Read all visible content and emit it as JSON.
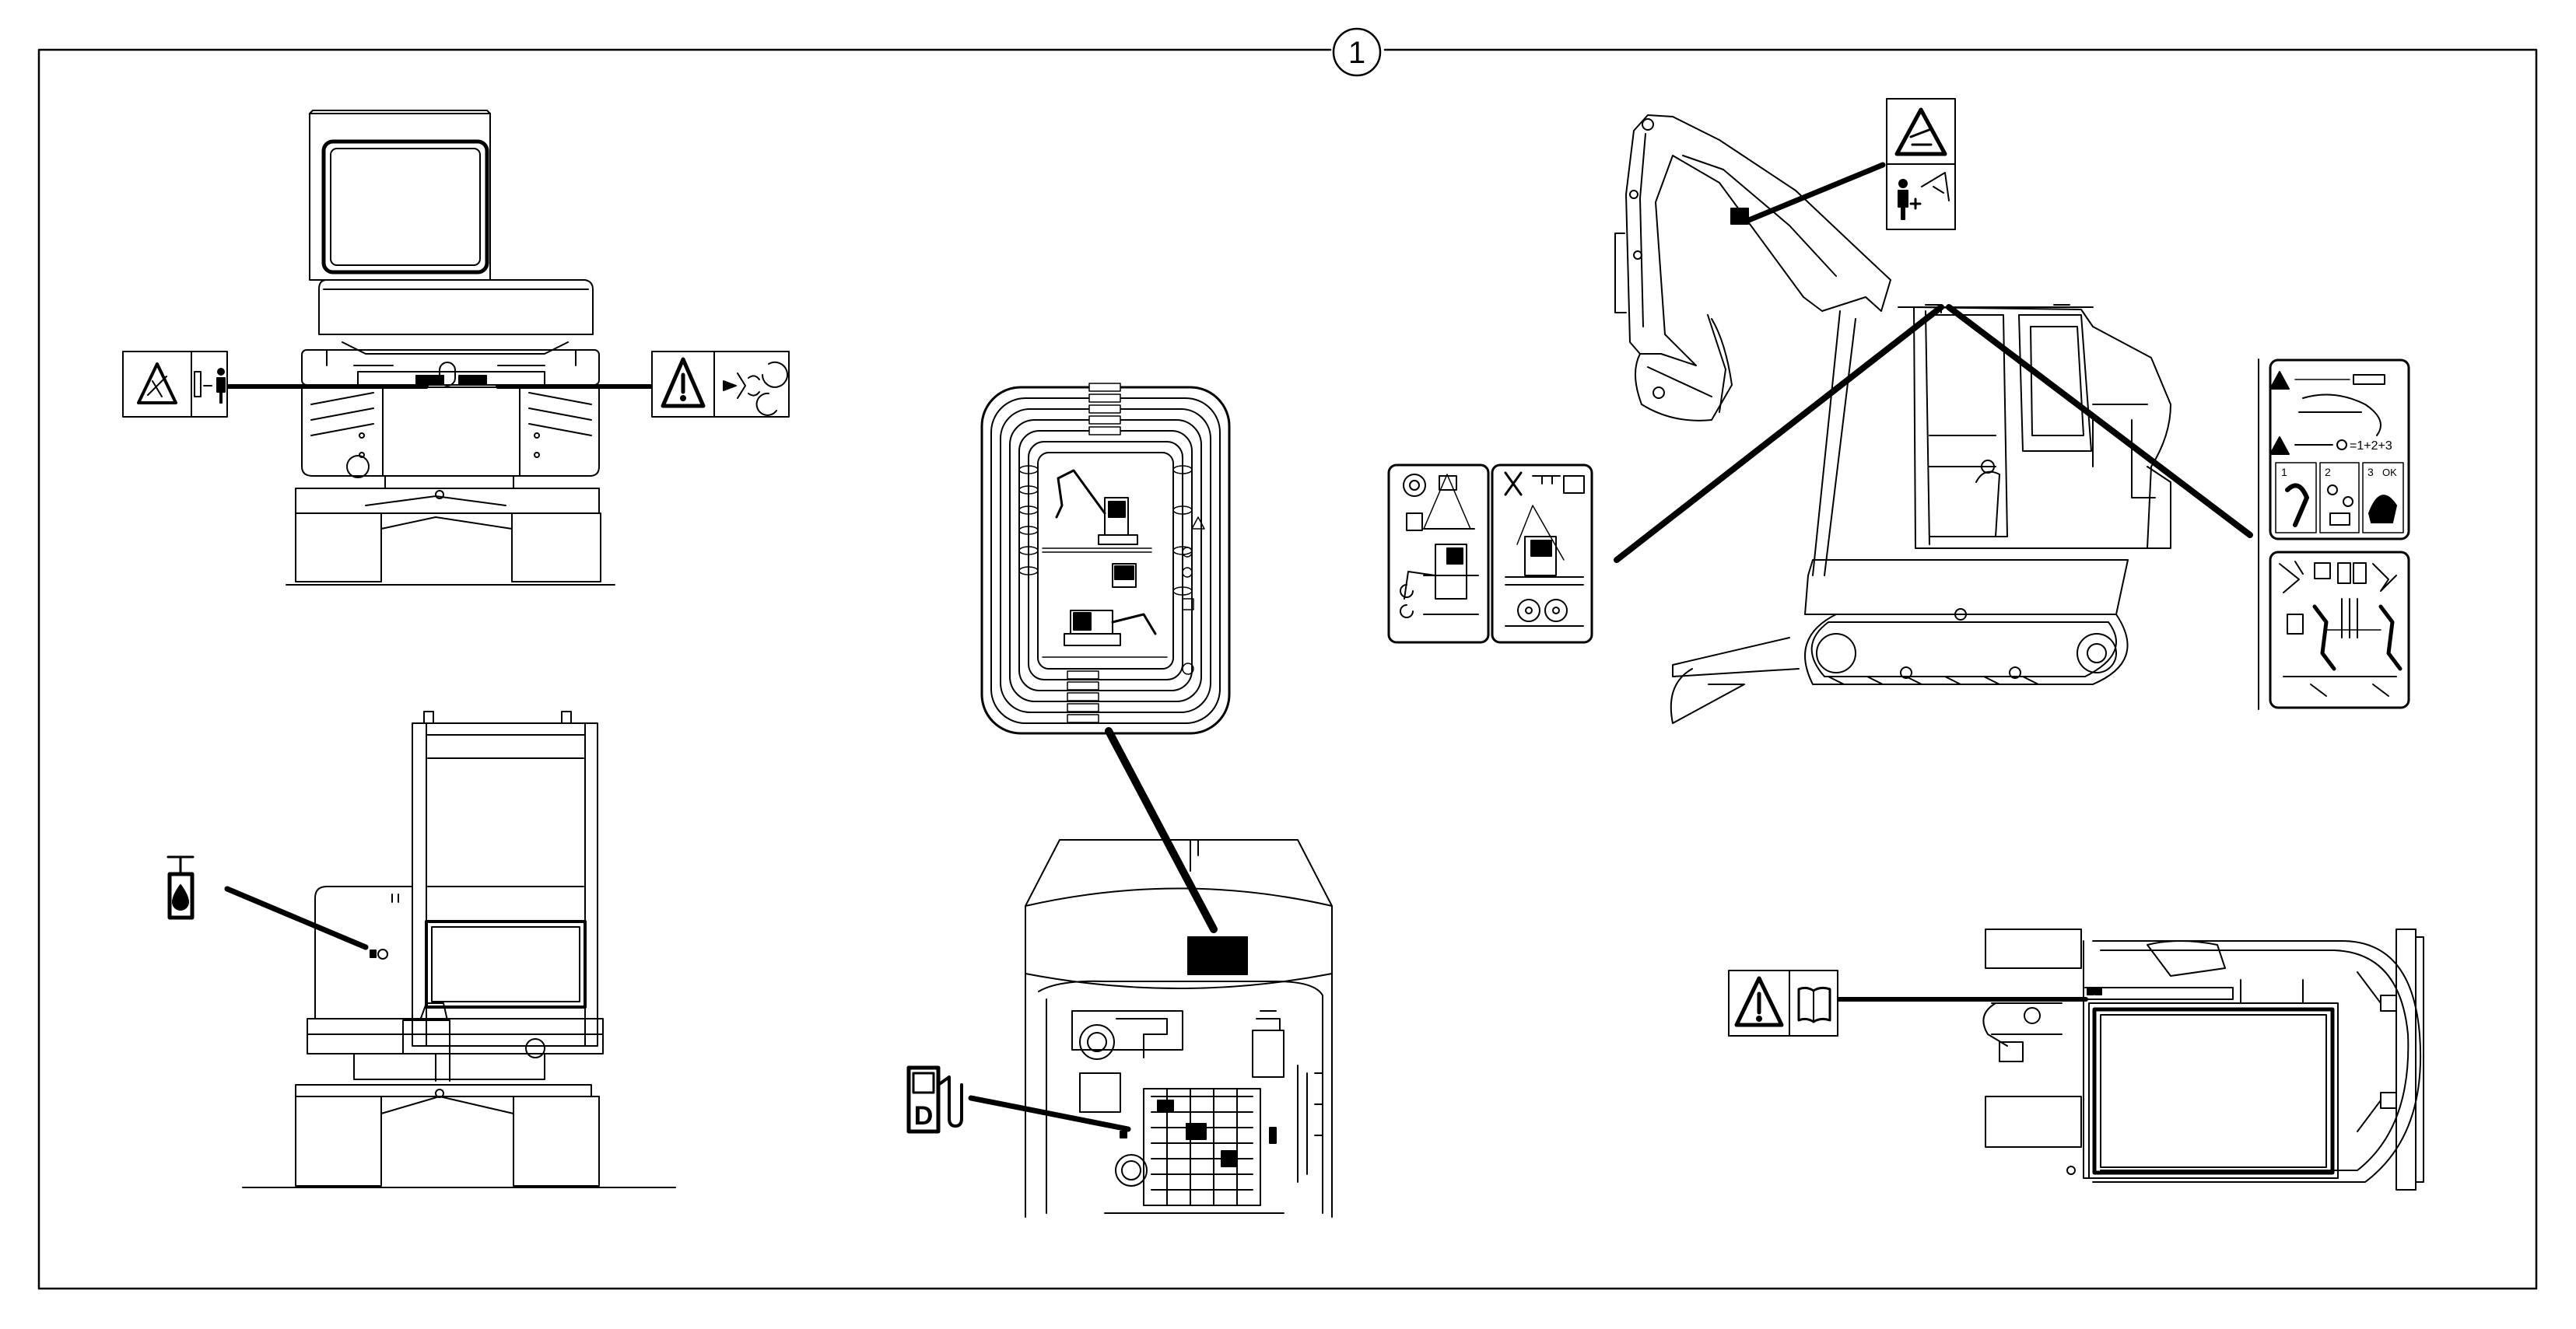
{
  "callout": {
    "number": "1"
  },
  "colors": {
    "ink": "#000000",
    "paper": "#ffffff",
    "glass": "#e6e6e6"
  },
  "views": [
    {
      "id": "front-view",
      "decals": [
        "warning-pinch-decal",
        "warning-rotating-parts-decal"
      ]
    },
    {
      "id": "rear-view",
      "decals": [
        "hydraulic-oil-decal"
      ]
    },
    {
      "id": "engine-view",
      "decals": [
        "lifting-chart-decal",
        "diesel-fuel-decal"
      ]
    },
    {
      "id": "side-view",
      "decals": [
        "boom-danger-decal",
        "lifting-tiedown-decal",
        "control-pattern-decal",
        "safety-instructions-decal"
      ]
    },
    {
      "id": "top-view",
      "decals": [
        "read-manual-decal"
      ]
    }
  ],
  "decal_text": {
    "ok_label": "OK",
    "sequence_label": "=1+2+3",
    "step_numbers": [
      "1",
      "2",
      "3"
    ],
    "fuel_letter": "D"
  }
}
